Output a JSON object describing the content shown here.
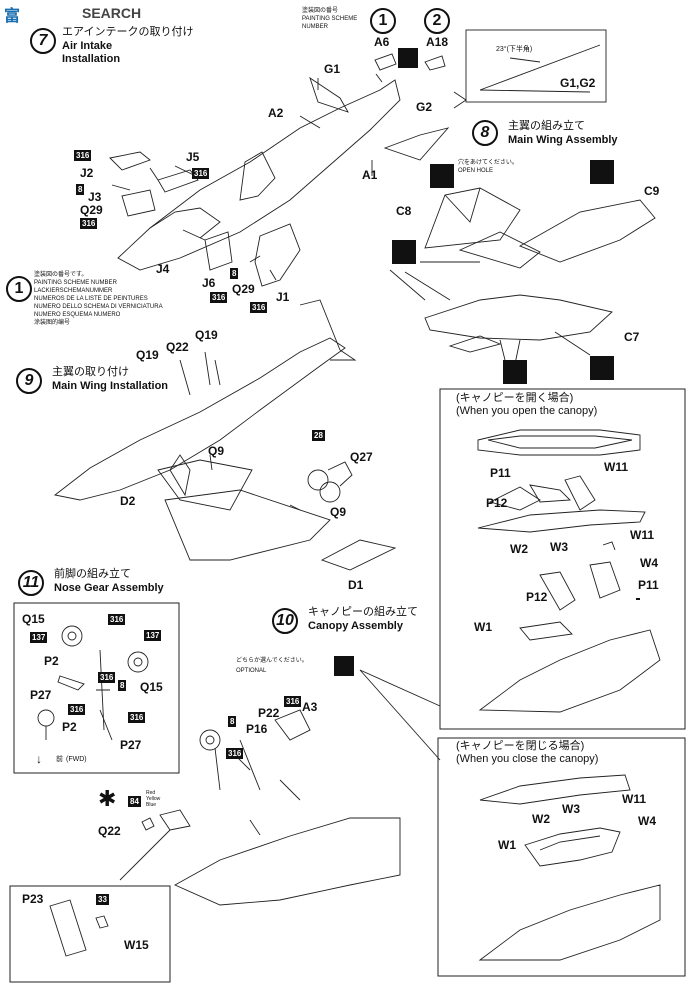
{
  "watermark": {
    "logo": "富",
    "text": "SEARCH"
  },
  "scheme_header": {
    "ja": "塗装図の番号",
    "en1": "PAINTING SCHEME",
    "en2": "NUMBER",
    "icon1": "1",
    "icon2": "2",
    "label1": "A6",
    "label2": "A18"
  },
  "steps": {
    "s7": {
      "num": "7",
      "ja": "エアインテークの取り付け",
      "en1": "Air Intake",
      "en2": "Installation"
    },
    "s8": {
      "num": "8",
      "ja": "主翼の組み立て",
      "en": "Main Wing Assembly"
    },
    "s9": {
      "num": "9",
      "ja": "主翼の取り付け",
      "en": "Main Wing Installation"
    },
    "s10": {
      "num": "10",
      "ja": "キャノピーの組み立て",
      "en": "Canopy Assembly"
    },
    "s11": {
      "num": "11",
      "ja": "前脚の組み立て",
      "en": "Nose Gear Assembly"
    }
  },
  "g_detail": {
    "angle": "23°(下半角)",
    "label": "G1,G2"
  },
  "hole_note": {
    "ja": "穴をあけてください。",
    "en": "OPEN HOLE"
  },
  "paint_legend": {
    "icon": "1",
    "lines": [
      "塗装図の番号です。",
      "PAINTING SCHEME NUMBER",
      "LACKIERSCHEMANUMMER",
      "NUMEROS DE LA LISTE DE PEINTURES",
      "NUMERO DELLO SCHEMA DI VERNICIATURA",
      "NUMERO ESQUEMA NUMERO",
      "涂装图的编号"
    ]
  },
  "parts7": [
    "G1",
    "A2",
    "G2",
    "A1",
    "J5",
    "J2",
    "J3",
    "Q29",
    "J4",
    "J6",
    "Q29",
    "J1"
  ],
  "parts8": [
    "C8",
    "C9",
    "C7"
  ],
  "parts9": [
    "Q19",
    "Q22",
    "Q19",
    "Q9",
    "Q27",
    "D2",
    "Q9",
    "D1"
  ],
  "parts11": [
    "Q15",
    "Q15",
    "P2",
    "P27",
    "P2",
    "P27"
  ],
  "parts_extra": [
    "P22",
    "A3",
    "P16",
    "Q22",
    "P23",
    "W15"
  ],
  "paint_tags": [
    "316",
    "316",
    "8",
    "316",
    "8",
    "316",
    "316",
    "28",
    "316",
    "137",
    "137",
    "316",
    "8",
    "316",
    "316",
    "316",
    "8",
    "316",
    "33"
  ],
  "fwd": {
    "ja": "前",
    "en": "(FWD)"
  },
  "optional": {
    "ja": "どちらか選んでください。",
    "en": "OPTIONAL"
  },
  "canopy_open": {
    "ja": "(キャノピーを開く場合)",
    "en": "(When you open the canopy)",
    "parts": [
      "W11",
      "P11",
      "P12",
      "W11",
      "W2",
      "W3",
      "W4",
      "P12",
      "P11",
      "W1"
    ]
  },
  "canopy_close": {
    "ja": "(キャノピーを閉じる場合)",
    "en": "(When you close the canopy)",
    "parts": [
      "W11",
      "W3",
      "W4",
      "W2",
      "W1"
    ]
  },
  "star_marking": {
    "num": "84",
    "lines": [
      "Red",
      "Yellow",
      "Blue"
    ]
  }
}
